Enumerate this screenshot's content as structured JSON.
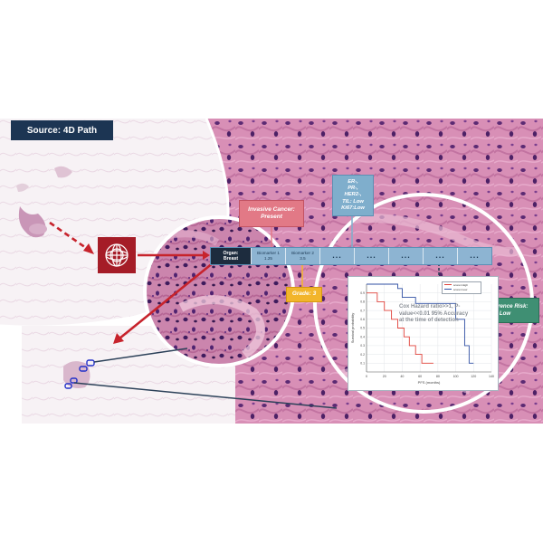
{
  "source_label": "Source: 4D Path",
  "biomarker_bar": {
    "organ_line1": "Organ:",
    "organ_line2": "Breast",
    "cells": [
      {
        "line1": "Biomarker 1",
        "line2": "1.25"
      },
      {
        "line1": "Biomarker 2",
        "line2": "3.5"
      },
      {
        "line1": "...",
        "line2": ""
      },
      {
        "line1": "...",
        "line2": ""
      },
      {
        "line1": "...",
        "line2": ""
      },
      {
        "line1": "...",
        "line2": ""
      },
      {
        "line1": "...",
        "line2": ""
      }
    ]
  },
  "boxes": {
    "invasive_line1": "Invasive Cancer:",
    "invasive_line2": "Present",
    "grade": "Grade: 3",
    "er_lines": [
      "ER-,",
      "PR-,",
      "HER2-,",
      "TIL: Low",
      "Ki67:Low"
    ],
    "recurrence_line1": "Recurrence Risk:",
    "recurrence_line2": "Low"
  },
  "km_plot": {
    "annotation": "Cox Hazard ratio>>1, P-value<<0.01 95% Accuracy at the time of detection",
    "xlabel": "PFS (months)",
    "ylabel": "Survival probability",
    "legend": [
      "score1:High",
      "score1:Low"
    ],
    "colors": {
      "high": "#e0413a",
      "low": "#2f4fa3"
    }
  },
  "chart_data": {
    "type": "line",
    "title": "",
    "xlabel": "PFS (months)",
    "ylabel": "Survival probability",
    "xlim": [
      0,
      140
    ],
    "ylim": [
      0,
      1
    ],
    "x_ticks": [
      0,
      20,
      40,
      60,
      80,
      100,
      120,
      140
    ],
    "y_ticks": [
      0.1,
      0.2,
      0.3,
      0.4,
      0.5,
      0.6,
      0.7,
      0.8,
      0.9
    ],
    "series": [
      {
        "name": "score1:High",
        "color": "#e0413a",
        "x": [
          0,
          12,
          12,
          20,
          20,
          28,
          28,
          35,
          35,
          42,
          42,
          48,
          48,
          55,
          55,
          62,
          62,
          75
        ],
        "y": [
          0.9,
          0.9,
          0.8,
          0.8,
          0.7,
          0.7,
          0.6,
          0.6,
          0.5,
          0.5,
          0.4,
          0.4,
          0.3,
          0.3,
          0.2,
          0.2,
          0.1,
          0.1
        ]
      },
      {
        "name": "score1:Low",
        "color": "#2f4fa3",
        "x": [
          0,
          35,
          35,
          40,
          40,
          55,
          55,
          100,
          100,
          110,
          110,
          115,
          115,
          120
        ],
        "y": [
          1.0,
          1.0,
          0.95,
          0.95,
          0.85,
          0.85,
          0.78,
          0.78,
          0.6,
          0.6,
          0.3,
          0.3,
          0.1,
          0.1
        ]
      }
    ]
  }
}
